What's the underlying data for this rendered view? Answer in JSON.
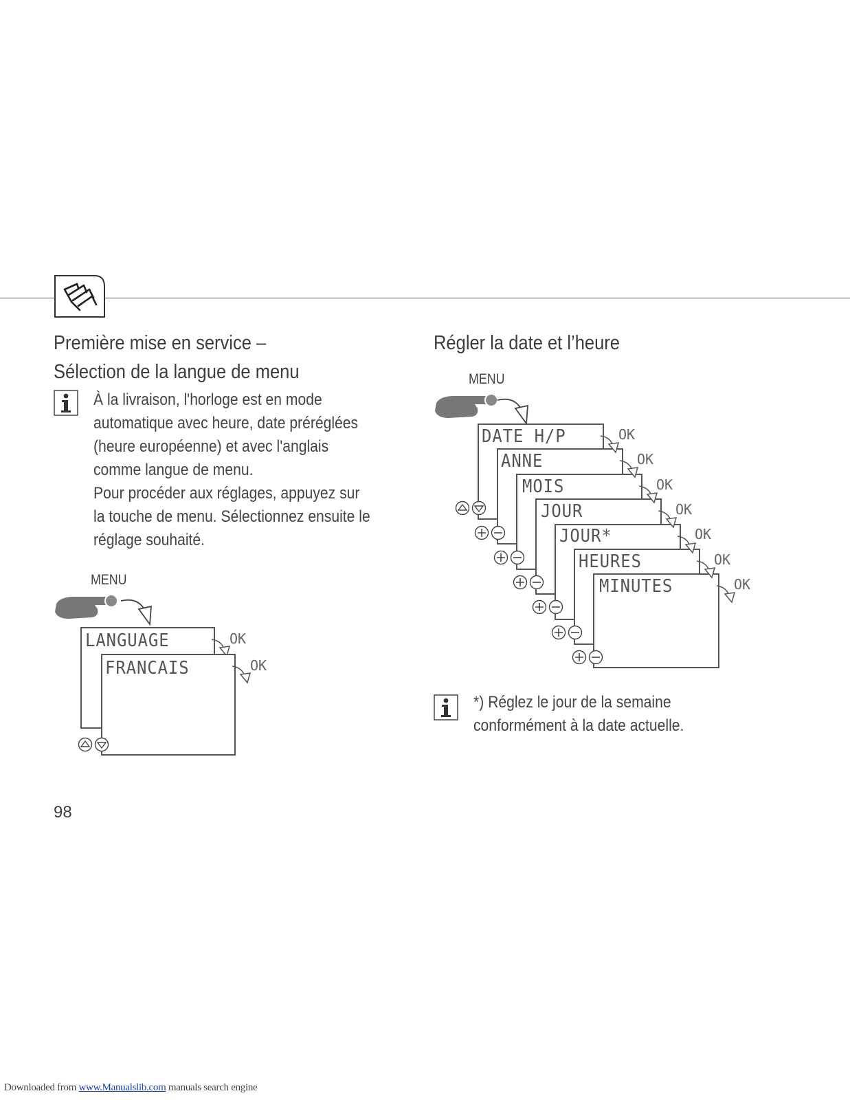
{
  "left_section": {
    "title_line1": "Première mise en service –",
    "title_line2": "Sélection de la langue de menu",
    "info_lines": [
      "À la livraison, l'horloge est en mode",
      "automatique avec heure, date préréglées",
      "(heure européenne) et avec l'anglais",
      "comme langue de menu.",
      "Pour procéder aux réglages, appuyez sur",
      "la touche de menu. Sélectionnez ensuite le",
      "réglage souhaité."
    ],
    "menu_label": "MENU",
    "screens": [
      "LANGUAGE",
      "FRANCAIS"
    ],
    "ok_label": "OK"
  },
  "right_section": {
    "title": "Régler la date et l’heure",
    "menu_label": "MENU",
    "screens": [
      "DATE H/P",
      "ANNE",
      "MOIS",
      "JOUR",
      "JOUR*",
      "HEURES",
      "MINUTES"
    ],
    "ok_label": "OK",
    "note_lines": [
      "*) Réglez le jour de la semaine",
      "conformément à la date actuelle."
    ]
  },
  "page_number": "98",
  "footer": {
    "prefix": "Downloaded from ",
    "link": "www.Manualslib.com",
    "suffix": " manuals search engine"
  },
  "icons": {
    "chapter": "hand-settings-icon",
    "info": "info-icon",
    "finger": "finger-press-icon",
    "arrow": "curved-arrow-icon",
    "up_down": "up-down-buttons-icon",
    "plus_minus": "plus-minus-buttons-icon"
  }
}
